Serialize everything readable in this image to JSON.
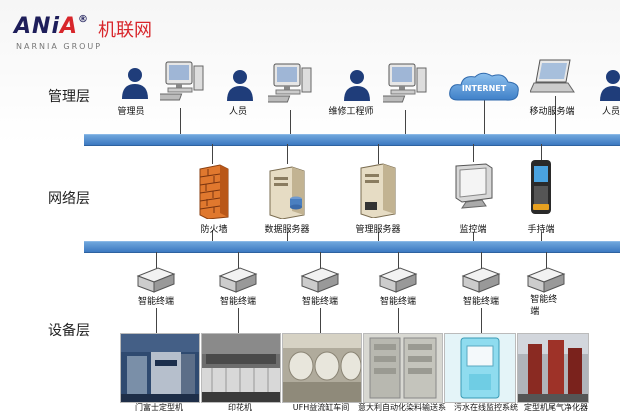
{
  "logo": {
    "brand_prefix": "ANi",
    "brand_suffix": "A",
    "registered": "®",
    "brand_cn": "机联网",
    "brand_en": "NARNIA GROUP"
  },
  "layers": {
    "management": "管理层",
    "network": "网络层",
    "device": "设备层"
  },
  "management_nodes": [
    {
      "label": "管理员",
      "icon": "user-icon"
    },
    {
      "label": "人员",
      "icon": "user-icon"
    },
    {
      "label": "维修工程师",
      "icon": "user-icon"
    },
    {
      "label": "INTERNET",
      "icon": "cloud-icon"
    },
    {
      "label": "移动服务端",
      "icon": "laptop-icon"
    },
    {
      "label": "人员",
      "icon": "user-icon"
    }
  ],
  "network_nodes": [
    {
      "label": "防火墙",
      "icon": "firewall-icon"
    },
    {
      "label": "数据服务器",
      "icon": "server-icon"
    },
    {
      "label": "管理服务器",
      "icon": "server-icon"
    },
    {
      "label": "监控端",
      "icon": "monitor-icon"
    },
    {
      "label": "手持端",
      "icon": "handheld-icon"
    }
  ],
  "terminals": [
    {
      "label": "智能终端"
    },
    {
      "label": "智能终端"
    },
    {
      "label": "智能终端"
    },
    {
      "label": "智能终端"
    },
    {
      "label": "智能终端"
    },
    {
      "label": "智能终\n端"
    }
  ],
  "devices": [
    {
      "label": "门富士定型机",
      "tone": "#3a5a86"
    },
    {
      "label": "印花机",
      "tone": "#5a5a5a"
    },
    {
      "label": "UFH益流缸车间",
      "tone": "#9a9a8a"
    },
    {
      "label": "意大利自动化染料输送系",
      "tone": "#c8c8c2"
    },
    {
      "label": "污水在线监控系统",
      "tone": "#7fd4e6"
    },
    {
      "label": "定型机尾气净化器",
      "tone": "#8a2a22"
    }
  ],
  "colors": {
    "bus": "#3d79c1",
    "brand_red": "#d8262b",
    "brand_navy": "#1e1e5a"
  }
}
